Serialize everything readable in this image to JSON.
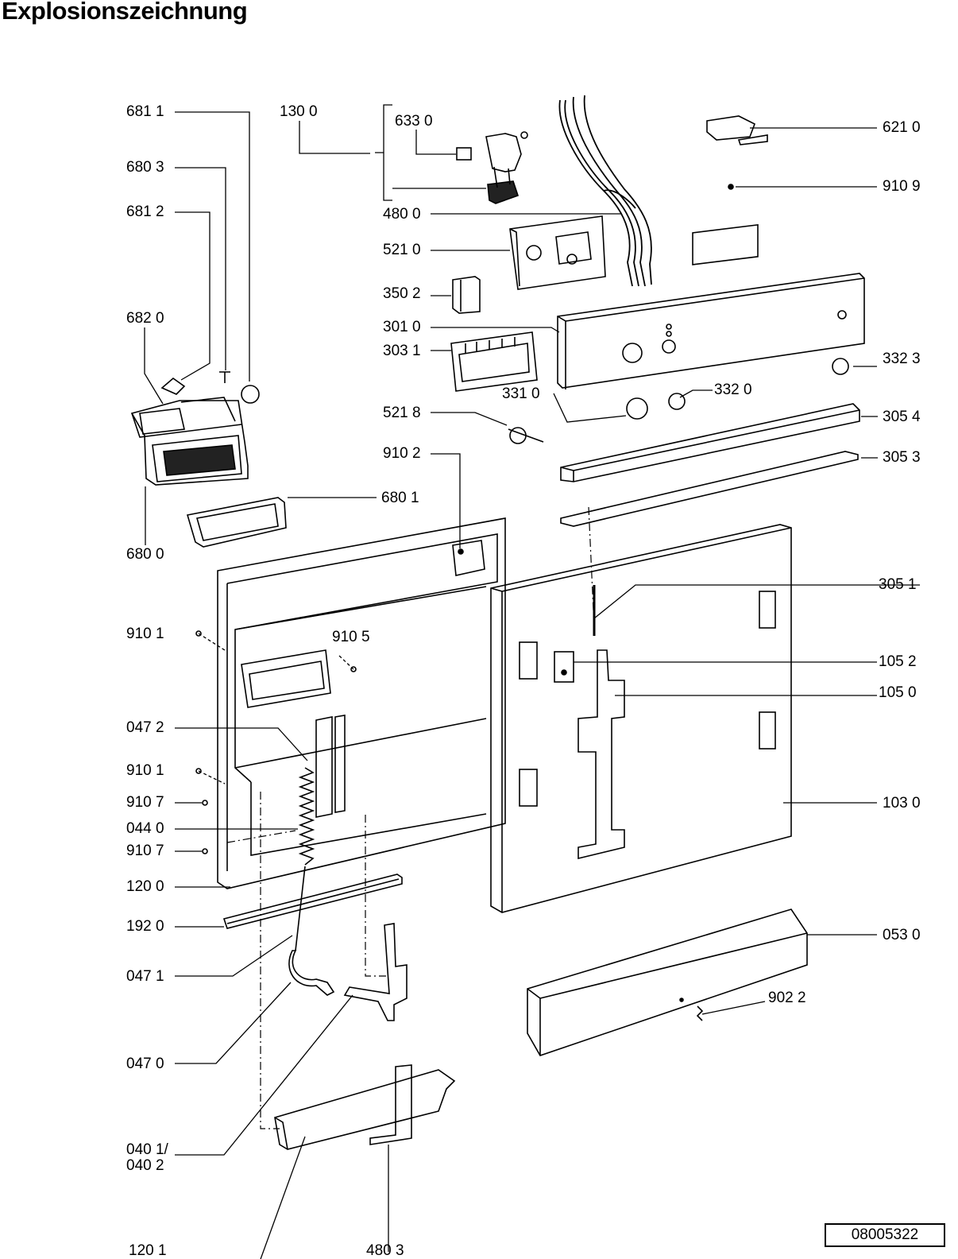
{
  "title": "Explosionszeichnung",
  "document_number": "08005322",
  "part_labels": [
    "681 1",
    "130 0",
    "633 0",
    "621 0",
    "680 3",
    "910 9",
    "681 2",
    "480 0",
    "521 0",
    "350 2",
    "682 0",
    "301 0",
    "303 1",
    "332 3",
    "331 0",
    "332 0",
    "521 8",
    "305 4",
    "910 2",
    "305 3",
    "680 1",
    "680 0",
    "305 1",
    "910 1",
    "910 5",
    "105 2",
    "105 0",
    "047 2",
    "910 1",
    "910 7",
    "044 0",
    "910 7",
    "103 0",
    "120 0",
    "192 0",
    "053 0",
    "047 1",
    "902 2",
    "047 0",
    "040 1/\n040 2",
    "120 1",
    "480 3"
  ]
}
